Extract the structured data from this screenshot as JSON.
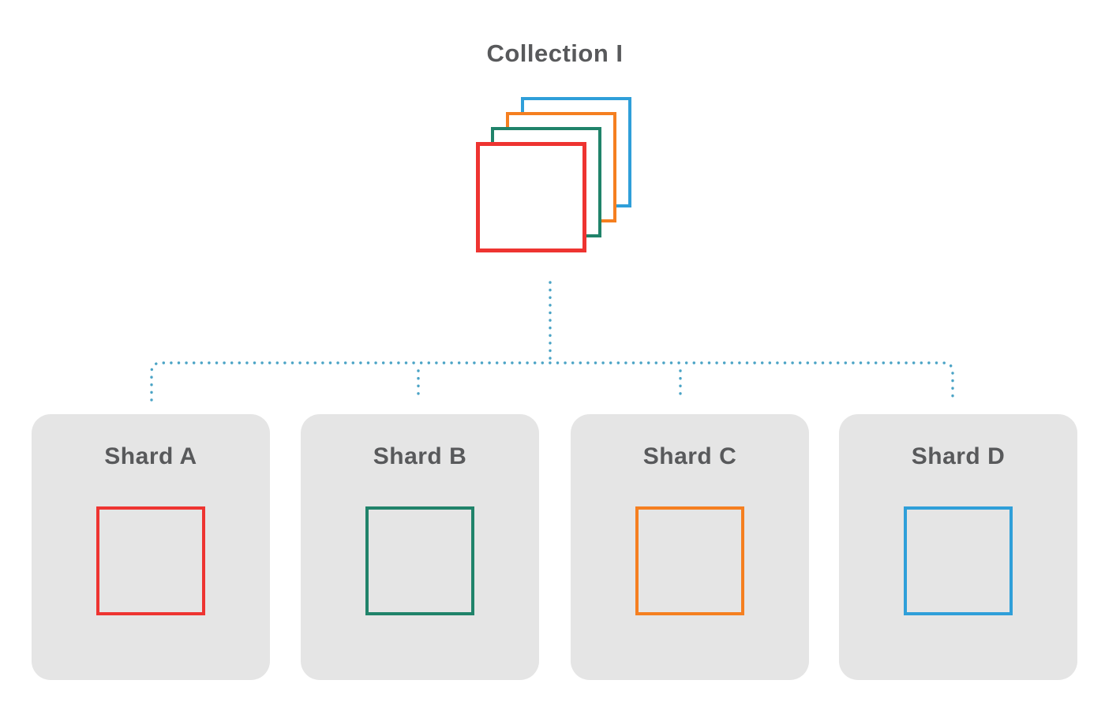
{
  "collection": {
    "title": "Collection I",
    "layers": [
      {
        "name": "blue-square",
        "color": "#2f9fd9"
      },
      {
        "name": "orange-square",
        "color": "#f57f20"
      },
      {
        "name": "green-square",
        "color": "#20836a"
      },
      {
        "name": "red-square",
        "color": "#ee3431"
      }
    ]
  },
  "connector": {
    "color": "#4aa3c5",
    "style": "dotted"
  },
  "shards": [
    {
      "label": "Shard A",
      "color": "#ee3431"
    },
    {
      "label": "Shard B",
      "color": "#20836a"
    },
    {
      "label": "Shard C",
      "color": "#f57f20"
    },
    {
      "label": "Shard D",
      "color": "#2f9fd9"
    }
  ],
  "colors": {
    "background": "#ffffff",
    "card_background": "#e5e5e5",
    "text": "#58595b"
  }
}
